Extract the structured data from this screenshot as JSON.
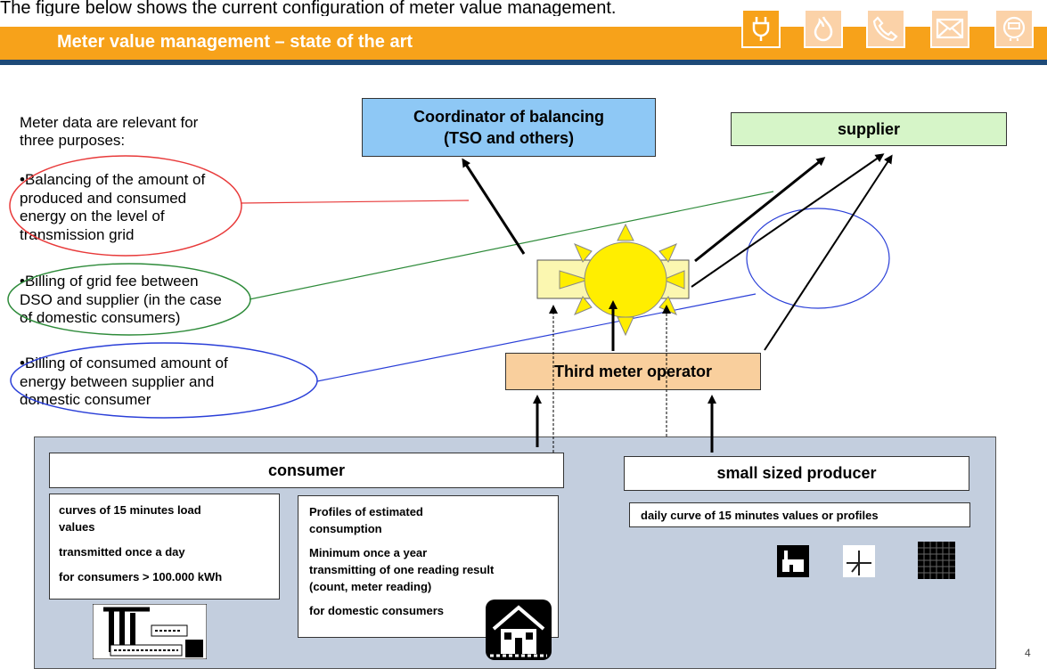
{
  "top_caption": "The figure below shows the current configuration of meter value management.",
  "header": {
    "title": "Meter value management – state of the art",
    "icons": [
      "electricity-plug-icon",
      "gas-flame-icon",
      "phone-icon",
      "mail-icon",
      "water-meter-icon"
    ],
    "accent_color": "#f7a21a",
    "stripe_color": "#1e4a78"
  },
  "intro": {
    "line1": "Meter data are relevant for",
    "line2": "three purposes:"
  },
  "purposes": [
    {
      "lines": [
        "•Balancing of the amount of",
        "produced and consumed",
        "energy on the level of",
        "transmission grid"
      ],
      "color": "#e83a3a"
    },
    {
      "lines": [
        "•Billing of grid fee between",
        "DSO and supplier (in the case",
        "of domestic consumers)"
      ],
      "color": "#2e8b3a"
    },
    {
      "lines": [
        "•Billing of consumed amount of",
        "energy between supplier and",
        "domestic consumer"
      ],
      "color": "#2a3fd8"
    }
  ],
  "coordinator": {
    "line1": "Coordinator of balancing",
    "line2": "(TSO and others)"
  },
  "supplier": "supplier",
  "third_meter_operator": "Third meter operator",
  "consumer": {
    "title": "consumer",
    "left_box": [
      "curves of 15 minutes load",
      "values",
      "transmitted once a day",
      "for consumers > 100.000 kWh"
    ],
    "right_box": [
      "Profiles of estimated",
      "consumption",
      "Minimum once a year",
      "transmitting of one reading result",
      "(count, meter reading)",
      "for domestic consumers"
    ]
  },
  "producer": {
    "title": "small sized producer",
    "detail": "daily curve of 15 minutes values or profiles",
    "icons": [
      "factory-icon",
      "wind-turbine-icon",
      "solar-panel-icon"
    ]
  },
  "page_number": "4"
}
